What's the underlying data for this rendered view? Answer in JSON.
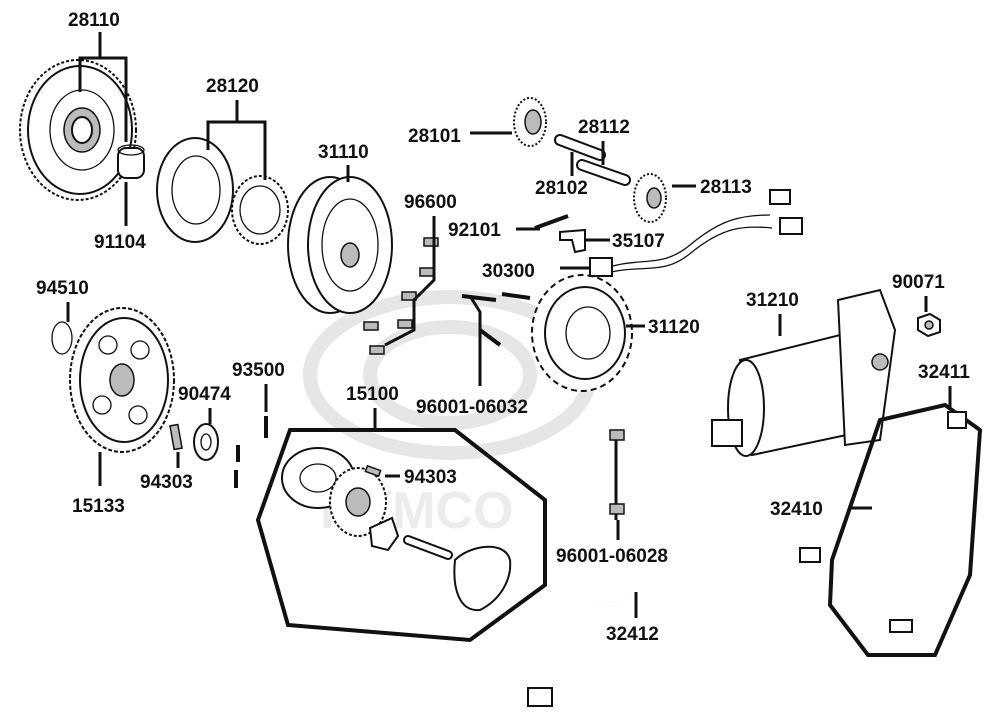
{
  "labels": {
    "p28110": "28110",
    "p91104": "91104",
    "p28120": "28120",
    "p31110": "31110",
    "p28101": "28101",
    "p28112": "28112",
    "p28102": "28102",
    "p28113": "28113",
    "p96600": "96600",
    "p92101": "92101",
    "p35107": "35107",
    "p30300": "30300",
    "p31120": "31120",
    "p94510": "94510",
    "p93500": "93500",
    "p90474": "90474",
    "p15100": "15100",
    "p94303a": "94303",
    "p94303b": "94303",
    "p15133": "15133",
    "p96001_06032": "96001-06032",
    "p31210": "31210",
    "p90071": "90071",
    "p32411": "32411",
    "p32410": "32410",
    "p96001_06028": "96001-06028",
    "p32412": "32412"
  },
  "watermark": "KYMCO"
}
